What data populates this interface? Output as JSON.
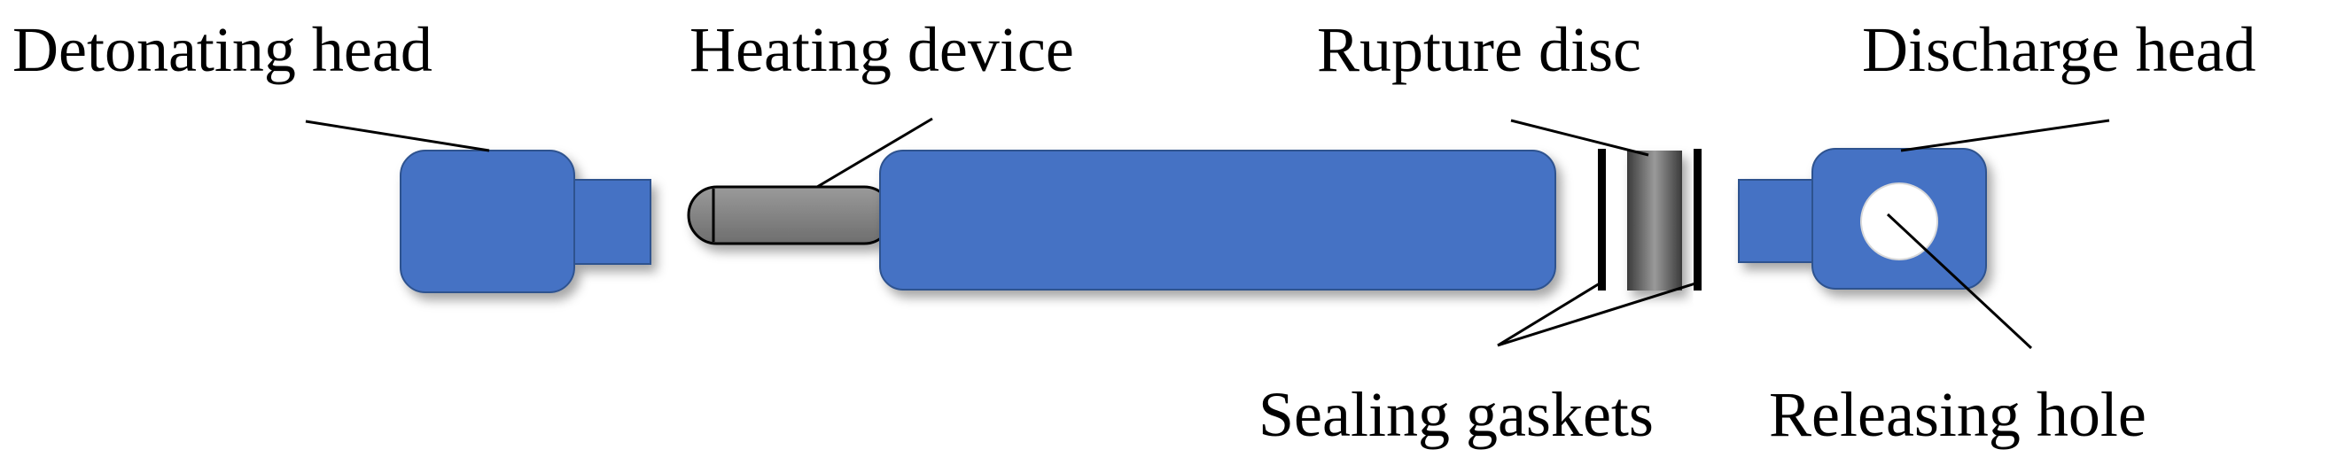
{
  "labels": {
    "detonating_head": "Detonating head",
    "heating_device": "Heating device",
    "rupture_disc": "Rupture disc",
    "discharge_head": "Discharge head",
    "sealing_gaskets": "Sealing gaskets",
    "releasing_hole": "Releasing hole"
  },
  "colors": {
    "body_blue": "#4472c4",
    "body_blue_edge": "#2f528f",
    "heater_gray": "#808080",
    "hole_white": "#ffffff",
    "gasket_black": "#000000"
  }
}
